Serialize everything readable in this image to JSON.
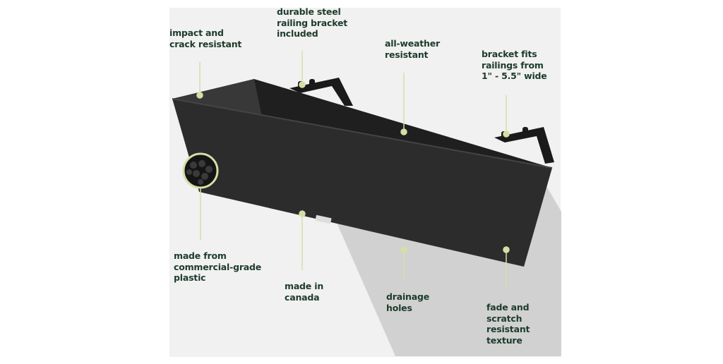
{
  "callouts": [
    {
      "id": "impact",
      "text": "impact and\ncrack resistant"
    },
    {
      "id": "bracket-included",
      "text": "durable steel\nrailing bracket\nincluded"
    },
    {
      "id": "weather",
      "text": "all-weather\nresistant"
    },
    {
      "id": "bracket-fits",
      "text": "bracket fits\nrailings from\n1\" - 5.5\" wide"
    },
    {
      "id": "material",
      "text": "made from\ncommercial-grade\nplastic"
    },
    {
      "id": "canada",
      "text": "made in\ncanada"
    },
    {
      "id": "drainage",
      "text": "drainage\nholes"
    },
    {
      "id": "texture",
      "text": "fade and\nscratch\nresistant\ntexture"
    }
  ],
  "colors": {
    "text": "#1d3b2b",
    "accent": "#d4dfa6",
    "planter": "#2b2b2b",
    "background": "#f1f1f1"
  }
}
